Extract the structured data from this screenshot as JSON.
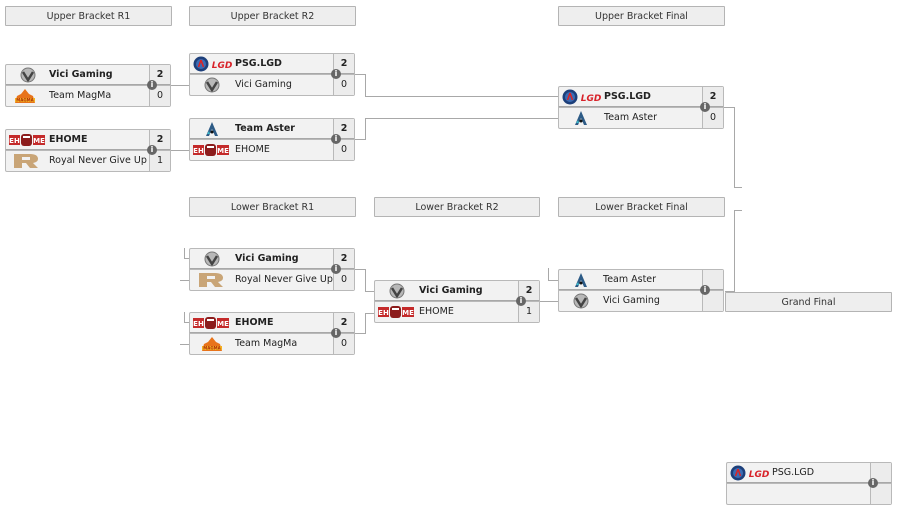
{
  "headers": {
    "ub_r1": "Upper Bracket R1",
    "ub_r2": "Upper Bracket R2",
    "ub_final": "Upper Bracket Final",
    "lb_r1": "Lower Bracket R1",
    "lb_r2": "Lower Bracket R2",
    "lb_final": "Lower Bracket Final",
    "grand_final": "Grand Final"
  },
  "icons": {
    "info": "i"
  },
  "matches": {
    "ub_r1_1": {
      "team1": "Vici Gaming",
      "score1": "2",
      "team2": "Team MagMa",
      "score2": "0"
    },
    "ub_r1_2": {
      "team1": "EHOME",
      "score1": "2",
      "team2": "Royal Never Give Up",
      "score2": "1"
    },
    "ub_r2_1": {
      "team1": "PSG.LGD",
      "score1": "2",
      "team2": "Vici Gaming",
      "score2": "0"
    },
    "ub_r2_2": {
      "team1": "Team Aster",
      "score1": "2",
      "team2": "EHOME",
      "score2": "0"
    },
    "ub_final": {
      "team1": "PSG.LGD",
      "score1": "2",
      "team2": "Team Aster",
      "score2": "0"
    },
    "lb_r1_1": {
      "team1": "Vici Gaming",
      "score1": "2",
      "team2": "Royal Never Give Up",
      "score2": "0"
    },
    "lb_r1_2": {
      "team1": "EHOME",
      "score1": "2",
      "team2": "Team MagMa",
      "score2": "0"
    },
    "lb_r2": {
      "team1": "Vici Gaming",
      "score1": "2",
      "team2": "EHOME",
      "score2": "1"
    },
    "lb_final": {
      "team1": "Team Aster",
      "score1": "",
      "team2": "Vici Gaming",
      "score2": ""
    },
    "grand_final": {
      "team1": "PSG.LGD",
      "score1": "",
      "team2": "",
      "score2": ""
    }
  }
}
